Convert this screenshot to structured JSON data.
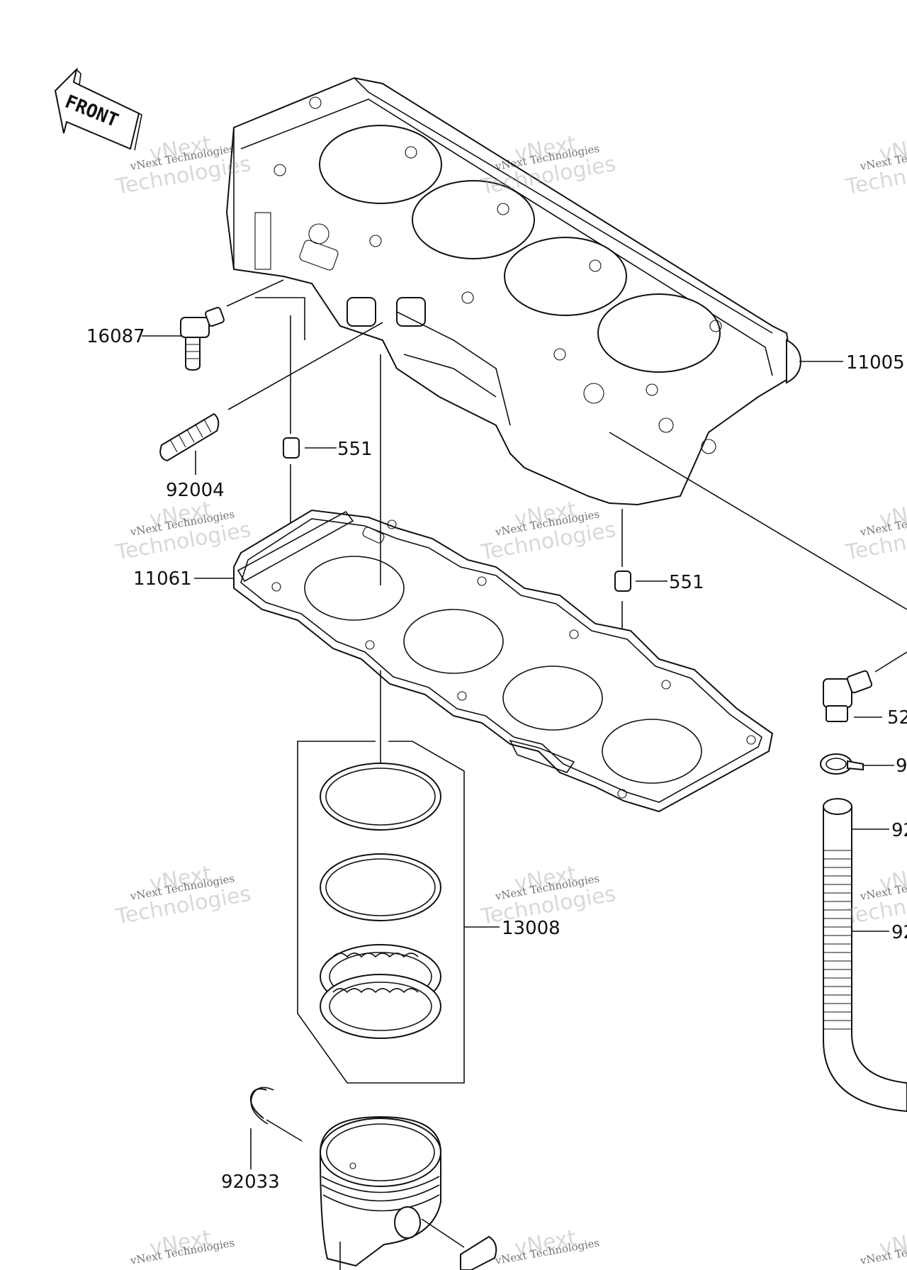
{
  "front_label": "FRONT",
  "watermark": {
    "line1": "vNext Technologies",
    "line2": "vNext",
    "line3": "Technologies"
  },
  "callouts": {
    "c16087": "16087",
    "c92004": "92004",
    "c551a": "551",
    "c11005": "11005",
    "c11061": "11061",
    "c551b": "551",
    "c13008": "13008",
    "c92033": "92033",
    "c52": "52",
    "c9": "9",
    "c92a": "92",
    "c92b": "92"
  }
}
